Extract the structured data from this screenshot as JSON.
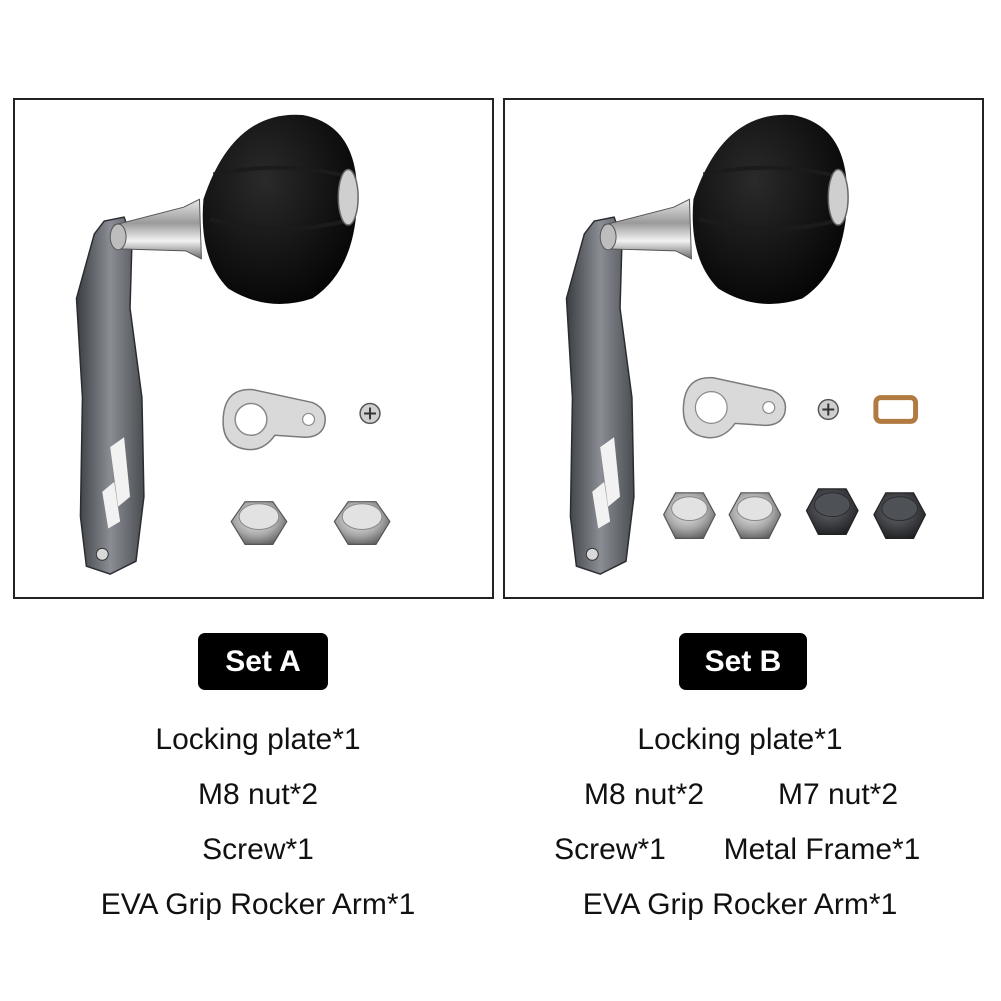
{
  "colors": {
    "frame": "#222222",
    "badge_bg": "#000000",
    "badge_text": "#ffffff",
    "text": "#111111"
  },
  "set_a": {
    "label": "Set A",
    "items": [
      "Locking plate*1",
      "M8 nut*2",
      "Screw*1",
      "EVA Grip Rocker Arm*1"
    ]
  },
  "set_b": {
    "label": "Set B",
    "items": [
      "Locking plate*1",
      "M8 nut*2",
      "M7 nut*2",
      "Screw*1",
      "Metal Frame*1",
      "EVA Grip Rocker Arm*1"
    ]
  }
}
